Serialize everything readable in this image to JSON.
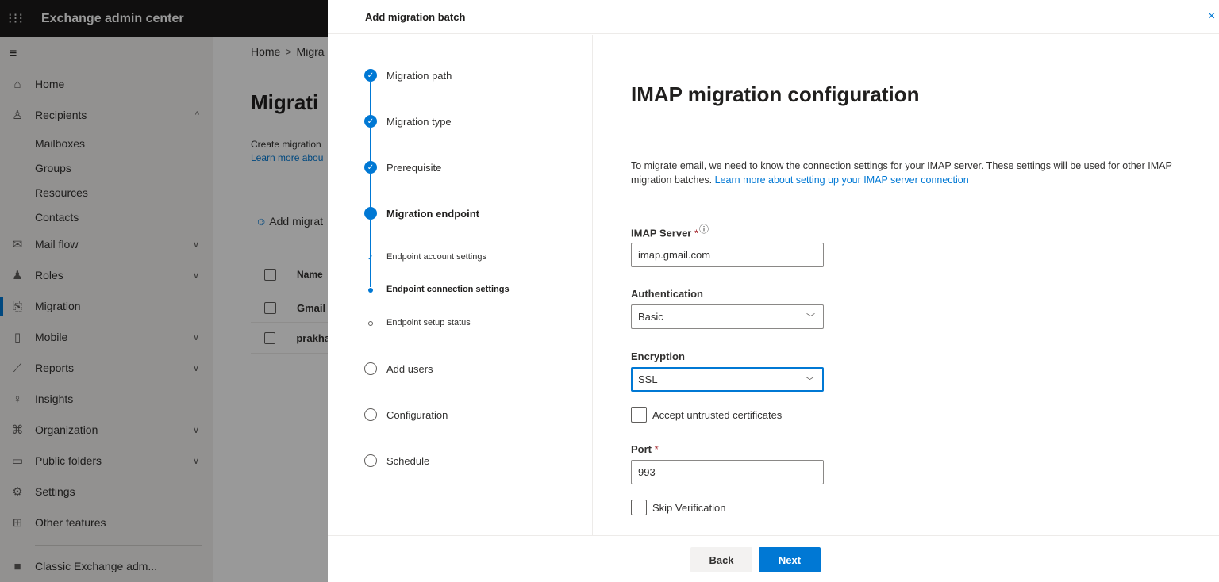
{
  "app": {
    "title": "Exchange admin center"
  },
  "nav": {
    "items": [
      {
        "label": "Home",
        "icon": "home-icon",
        "glyph": "⌂"
      },
      {
        "label": "Recipients",
        "icon": "person-icon",
        "glyph": "♙",
        "chevron": "^"
      },
      {
        "label": "Mail flow",
        "icon": "mail-icon",
        "glyph": "✉",
        "chevron": "∨"
      },
      {
        "label": "Roles",
        "icon": "roles-icon",
        "glyph": "♟",
        "chevron": "∨"
      },
      {
        "label": "Migration",
        "icon": "migration-icon",
        "glyph": "⎘"
      },
      {
        "label": "Mobile",
        "icon": "mobile-icon",
        "glyph": "▯",
        "chevron": "∨"
      },
      {
        "label": "Reports",
        "icon": "chart-icon",
        "glyph": "⟋",
        "chevron": "∨"
      },
      {
        "label": "Insights",
        "icon": "lightbulb-icon",
        "glyph": "♀"
      },
      {
        "label": "Organization",
        "icon": "org-icon",
        "glyph": "⌘",
        "chevron": "∨"
      },
      {
        "label": "Public folders",
        "icon": "folder-icon",
        "glyph": "▭",
        "chevron": "∨"
      },
      {
        "label": "Settings",
        "icon": "gear-icon",
        "glyph": "⚙"
      },
      {
        "label": "Other features",
        "icon": "grid-icon",
        "glyph": "⊞"
      },
      {
        "label": "Classic Exchange adm...",
        "icon": "exchange-icon",
        "glyph": "■"
      }
    ],
    "recipients_sub": [
      "Mailboxes",
      "Groups",
      "Resources",
      "Contacts"
    ]
  },
  "page": {
    "breadcrumb_home": "Home",
    "breadcrumb_sep": ">",
    "breadcrumb_current": "Migra",
    "title": "Migrati",
    "desc_line1": "Create migration",
    "desc_link": "Learn more abou",
    "add_migration": "Add migrat",
    "table_header": "Name",
    "rows": [
      "Gmail",
      "prakha"
    ]
  },
  "panel": {
    "title": "Add migration batch",
    "close": "×",
    "steps": {
      "migration_path": "Migration path",
      "migration_type": "Migration type",
      "prerequisite": "Prerequisite",
      "migration_endpoint": "Migration endpoint",
      "endpoint_account_settings": "Endpoint account settings",
      "endpoint_connection_settings": "Endpoint connection settings",
      "endpoint_setup_status": "Endpoint setup status",
      "add_users": "Add users",
      "configuration": "Configuration",
      "schedule": "Schedule"
    },
    "heading": "IMAP migration configuration",
    "intro_text": "To migrate email, we need to know the connection settings for your IMAP server. These settings will be used for other IMAP migration batches.",
    "intro_link": "Learn more about setting up your IMAP server connection",
    "fields": {
      "imap_server_label": "IMAP Server",
      "imap_server_value": "imap.gmail.com",
      "authentication_label": "Authentication",
      "authentication_value": "Basic",
      "encryption_label": "Encryption",
      "encryption_value": "SSL",
      "accept_untrusted_label": "Accept untrusted certificates",
      "port_label": "Port",
      "port_value": "993",
      "skip_verification_label": "Skip Verification",
      "required_mark": "*",
      "info_mark": "ⓘ"
    },
    "buttons": {
      "back": "Back",
      "next": "Next"
    }
  },
  "colors": {
    "accent": "#0078d4",
    "topbar": "#1b1a19",
    "nav_bg": "#f3f2f1",
    "required": "#a4262c"
  }
}
